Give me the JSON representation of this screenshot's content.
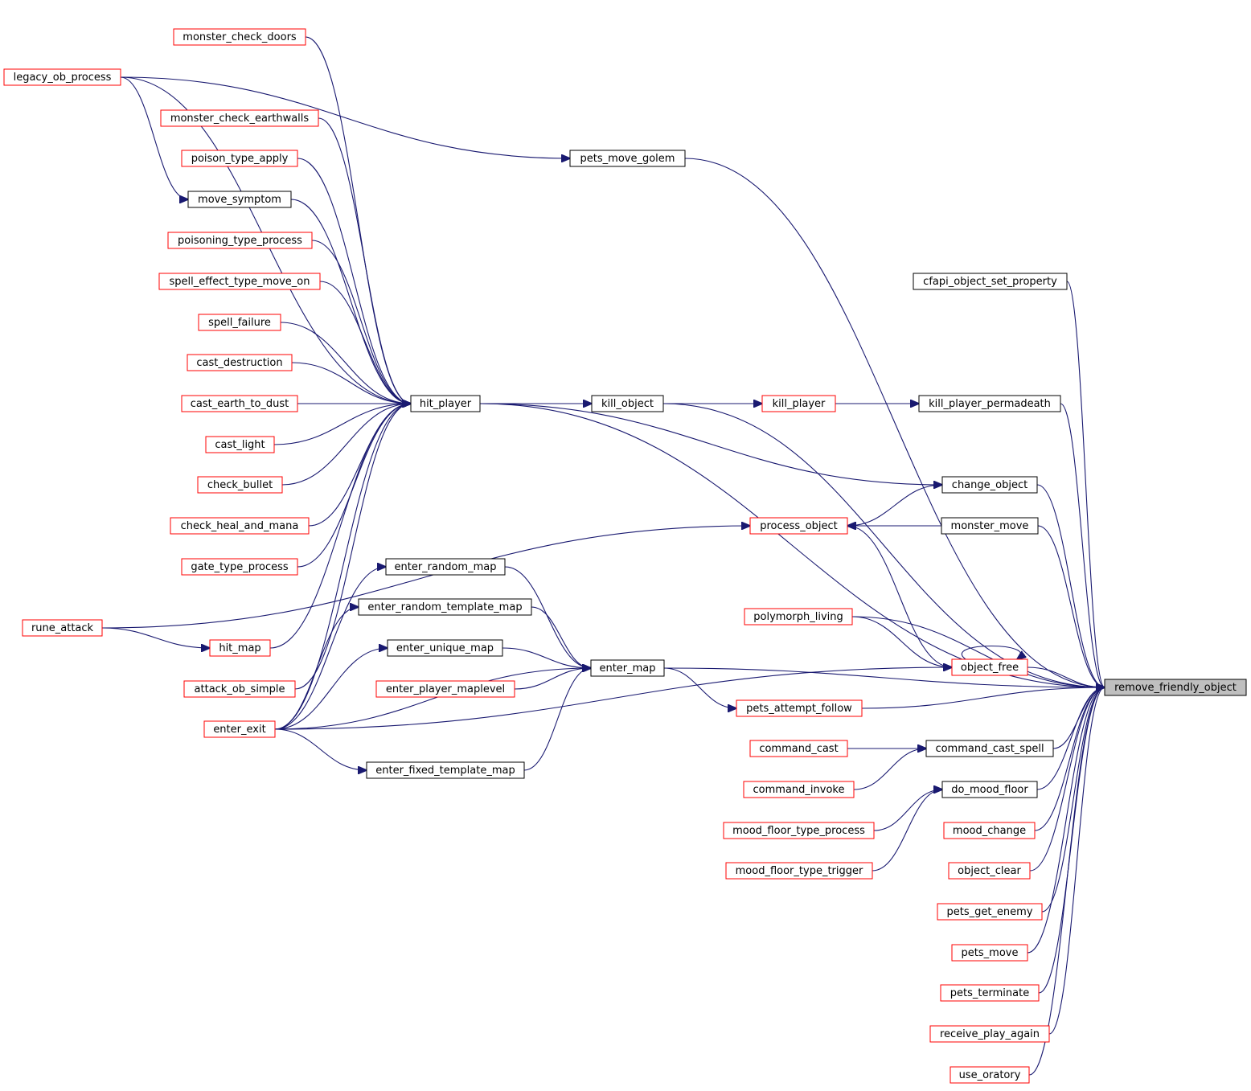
{
  "graph": {
    "target": "remove_friendly_object",
    "colors": {
      "edge": "#191970",
      "documented_border": "#000000",
      "undocumented_border": "#ff0000",
      "target_fill": "#bfbfbf"
    },
    "nodes": [
      {
        "id": "remove_friendly_object",
        "label": "remove_friendly_object",
        "style": "target"
      },
      {
        "id": "cfapi_object_set_property",
        "label": "cfapi_object_set_property",
        "style": "black"
      },
      {
        "id": "pets_move_golem",
        "label": "pets_move_golem",
        "style": "black"
      },
      {
        "id": "legacy_ob_process",
        "label": "legacy_ob_process",
        "style": "red"
      },
      {
        "id": "kill_player_permadeath",
        "label": "kill_player_permadeath",
        "style": "black"
      },
      {
        "id": "kill_player",
        "label": "kill_player",
        "style": "red"
      },
      {
        "id": "kill_object",
        "label": "kill_object",
        "style": "black"
      },
      {
        "id": "hit_player",
        "label": "hit_player",
        "style": "black"
      },
      {
        "id": "monster_check_doors",
        "label": "monster_check_doors",
        "style": "red"
      },
      {
        "id": "monster_check_earthwalls",
        "label": "monster_check_earthwalls",
        "style": "red"
      },
      {
        "id": "poison_type_apply",
        "label": "poison_type_apply",
        "style": "red"
      },
      {
        "id": "move_symptom",
        "label": "move_symptom",
        "style": "black"
      },
      {
        "id": "poisoning_type_process",
        "label": "poisoning_type_process",
        "style": "red"
      },
      {
        "id": "spell_effect_type_move_on",
        "label": "spell_effect_type_move_on",
        "style": "red"
      },
      {
        "id": "spell_failure",
        "label": "spell_failure",
        "style": "red"
      },
      {
        "id": "cast_destruction",
        "label": "cast_destruction",
        "style": "red"
      },
      {
        "id": "cast_earth_to_dust",
        "label": "cast_earth_to_dust",
        "style": "red"
      },
      {
        "id": "cast_light",
        "label": "cast_light",
        "style": "red"
      },
      {
        "id": "check_bullet",
        "label": "check_bullet",
        "style": "red"
      },
      {
        "id": "check_heal_and_mana",
        "label": "check_heal_and_mana",
        "style": "red"
      },
      {
        "id": "gate_type_process",
        "label": "gate_type_process",
        "style": "red"
      },
      {
        "id": "rune_attack",
        "label": "rune_attack",
        "style": "red"
      },
      {
        "id": "hit_map",
        "label": "hit_map",
        "style": "red"
      },
      {
        "id": "attack_ob_simple",
        "label": "attack_ob_simple",
        "style": "red"
      },
      {
        "id": "enter_exit",
        "label": "enter_exit",
        "style": "red"
      },
      {
        "id": "change_object",
        "label": "change_object",
        "style": "black"
      },
      {
        "id": "process_object",
        "label": "process_object",
        "style": "red"
      },
      {
        "id": "monster_move",
        "label": "monster_move",
        "style": "black"
      },
      {
        "id": "enter_map",
        "label": "enter_map",
        "style": "black"
      },
      {
        "id": "enter_random_map",
        "label": "enter_random_map",
        "style": "black"
      },
      {
        "id": "enter_random_template_map",
        "label": "enter_random_template_map",
        "style": "black"
      },
      {
        "id": "enter_unique_map",
        "label": "enter_unique_map",
        "style": "black"
      },
      {
        "id": "enter_player_maplevel",
        "label": "enter_player_maplevel",
        "style": "red"
      },
      {
        "id": "enter_fixed_template_map",
        "label": "enter_fixed_template_map",
        "style": "black"
      },
      {
        "id": "polymorph_living",
        "label": "polymorph_living",
        "style": "red"
      },
      {
        "id": "object_free",
        "label": "object_free",
        "style": "red"
      },
      {
        "id": "pets_attempt_follow",
        "label": "pets_attempt_follow",
        "style": "red"
      },
      {
        "id": "command_cast_spell",
        "label": "command_cast_spell",
        "style": "black"
      },
      {
        "id": "command_cast",
        "label": "command_cast",
        "style": "red"
      },
      {
        "id": "command_invoke",
        "label": "command_invoke",
        "style": "red"
      },
      {
        "id": "do_mood_floor",
        "label": "do_mood_floor",
        "style": "black"
      },
      {
        "id": "mood_floor_type_process",
        "label": "mood_floor_type_process",
        "style": "red"
      },
      {
        "id": "mood_floor_type_trigger",
        "label": "mood_floor_type_trigger",
        "style": "red"
      },
      {
        "id": "mood_change",
        "label": "mood_change",
        "style": "red"
      },
      {
        "id": "object_clear",
        "label": "object_clear",
        "style": "red"
      },
      {
        "id": "pets_get_enemy",
        "label": "pets_get_enemy",
        "style": "red"
      },
      {
        "id": "pets_move",
        "label": "pets_move",
        "style": "red"
      },
      {
        "id": "pets_terminate",
        "label": "pets_terminate",
        "style": "red"
      },
      {
        "id": "receive_play_again",
        "label": "receive_play_again",
        "style": "red"
      },
      {
        "id": "use_oratory",
        "label": "use_oratory",
        "style": "red"
      }
    ],
    "edges": [
      [
        "legacy_ob_process",
        "pets_move_golem"
      ],
      [
        "legacy_ob_process",
        "move_symptom"
      ],
      [
        "pets_move_golem",
        "remove_friendly_object"
      ],
      [
        "cfapi_object_set_property",
        "remove_friendly_object"
      ],
      [
        "kill_object",
        "remove_friendly_object"
      ],
      [
        "hit_player",
        "remove_friendly_object"
      ],
      [
        "kill_player_permadeath",
        "remove_friendly_object"
      ],
      [
        "change_object",
        "remove_friendly_object"
      ],
      [
        "monster_move",
        "remove_friendly_object"
      ],
      [
        "enter_map",
        "remove_friendly_object"
      ],
      [
        "polymorph_living",
        "remove_friendly_object"
      ],
      [
        "object_free",
        "remove_friendly_object"
      ],
      [
        "pets_attempt_follow",
        "remove_friendly_object"
      ],
      [
        "command_cast_spell",
        "remove_friendly_object"
      ],
      [
        "do_mood_floor",
        "remove_friendly_object"
      ],
      [
        "mood_change",
        "remove_friendly_object"
      ],
      [
        "object_clear",
        "remove_friendly_object"
      ],
      [
        "pets_get_enemy",
        "remove_friendly_object"
      ],
      [
        "pets_move",
        "remove_friendly_object"
      ],
      [
        "pets_terminate",
        "remove_friendly_object"
      ],
      [
        "receive_play_again",
        "remove_friendly_object"
      ],
      [
        "use_oratory",
        "remove_friendly_object"
      ],
      [
        "hit_player",
        "kill_object"
      ],
      [
        "kill_object",
        "kill_player"
      ],
      [
        "kill_player",
        "kill_player_permadeath"
      ],
      [
        "legacy_ob_process",
        "hit_player"
      ],
      [
        "monster_check_doors",
        "hit_player"
      ],
      [
        "monster_check_earthwalls",
        "hit_player"
      ],
      [
        "poison_type_apply",
        "hit_player"
      ],
      [
        "move_symptom",
        "hit_player"
      ],
      [
        "poisoning_type_process",
        "hit_player"
      ],
      [
        "spell_effect_type_move_on",
        "hit_player"
      ],
      [
        "spell_failure",
        "hit_player"
      ],
      [
        "cast_destruction",
        "hit_player"
      ],
      [
        "cast_earth_to_dust",
        "hit_player"
      ],
      [
        "cast_light",
        "hit_player"
      ],
      [
        "check_bullet",
        "hit_player"
      ],
      [
        "check_heal_and_mana",
        "hit_player"
      ],
      [
        "gate_type_process",
        "hit_player"
      ],
      [
        "hit_map",
        "hit_player"
      ],
      [
        "attack_ob_simple",
        "hit_player"
      ],
      [
        "enter_exit",
        "hit_player"
      ],
      [
        "hit_player",
        "change_object"
      ],
      [
        "rune_attack",
        "hit_map"
      ],
      [
        "rune_attack",
        "process_object"
      ],
      [
        "change_object",
        "process_object"
      ],
      [
        "monster_move",
        "process_object"
      ],
      [
        "object_free",
        "process_object"
      ],
      [
        "object_free",
        "object_free"
      ],
      [
        "polymorph_living",
        "object_free"
      ],
      [
        "enter_exit",
        "object_free"
      ],
      [
        "enter_exit",
        "enter_random_map"
      ],
      [
        "enter_exit",
        "enter_random_template_map"
      ],
      [
        "enter_exit",
        "enter_unique_map"
      ],
      [
        "enter_exit",
        "enter_map"
      ],
      [
        "enter_exit",
        "enter_fixed_template_map"
      ],
      [
        "enter_random_map",
        "enter_map"
      ],
      [
        "enter_random_template_map",
        "enter_map"
      ],
      [
        "enter_unique_map",
        "enter_map"
      ],
      [
        "enter_player_maplevel",
        "enter_map"
      ],
      [
        "enter_fixed_template_map",
        "enter_map"
      ],
      [
        "enter_map",
        "pets_attempt_follow"
      ],
      [
        "command_cast",
        "command_cast_spell"
      ],
      [
        "command_invoke",
        "command_cast_spell"
      ],
      [
        "mood_floor_type_process",
        "do_mood_floor"
      ],
      [
        "mood_floor_type_trigger",
        "do_mood_floor"
      ]
    ]
  }
}
